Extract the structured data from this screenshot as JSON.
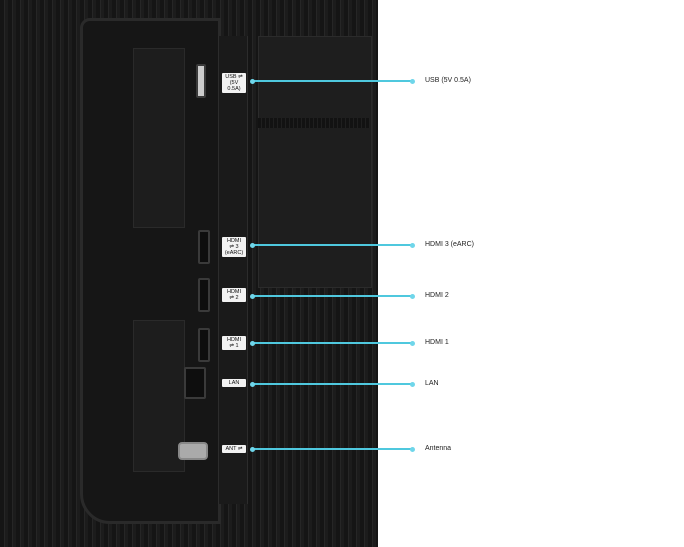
{
  "callouts": [
    {
      "tag": "USB ⇌ (5V 0.5A)",
      "label": "USB (5V 0.5A)"
    },
    {
      "tag": "HDMI ⇌ 3 (eARC)",
      "label": "HDMI 3 (eARC)"
    },
    {
      "tag": "HDMI ⇌ 2",
      "label": "HDMI 2"
    },
    {
      "tag": "HDMI ⇌ 1",
      "label": "HDMI 1"
    },
    {
      "tag": "LAN",
      "label": "LAN"
    },
    {
      "tag": "ANT ⇌",
      "label": "Antenna"
    }
  ],
  "colors": {
    "accent": "#4fc8de"
  }
}
